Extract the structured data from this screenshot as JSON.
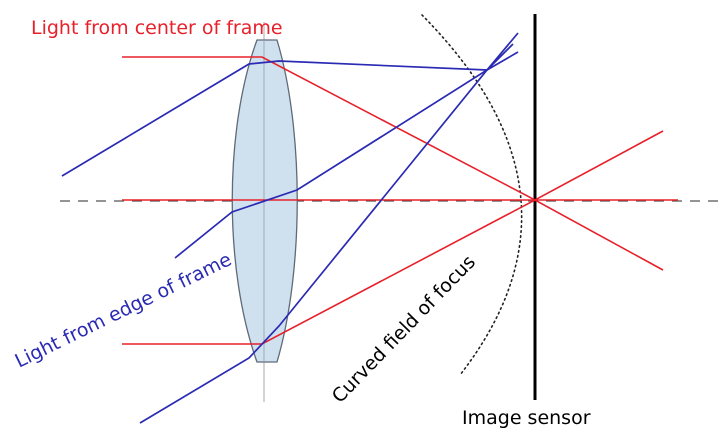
{
  "labels": {
    "center_light": "Light from center of frame",
    "edge_light": "Light from edge of frame",
    "curved_field": "Curved field of focus",
    "image_sensor": "Image sensor"
  },
  "colors": {
    "center_rays": "#e8202a",
    "edge_rays": "#2a2ab4",
    "lens_fill": "#cfe0ee",
    "lens_stroke": "#5f6a78",
    "optical_axis": "#555555",
    "sensor": "#000000"
  }
}
